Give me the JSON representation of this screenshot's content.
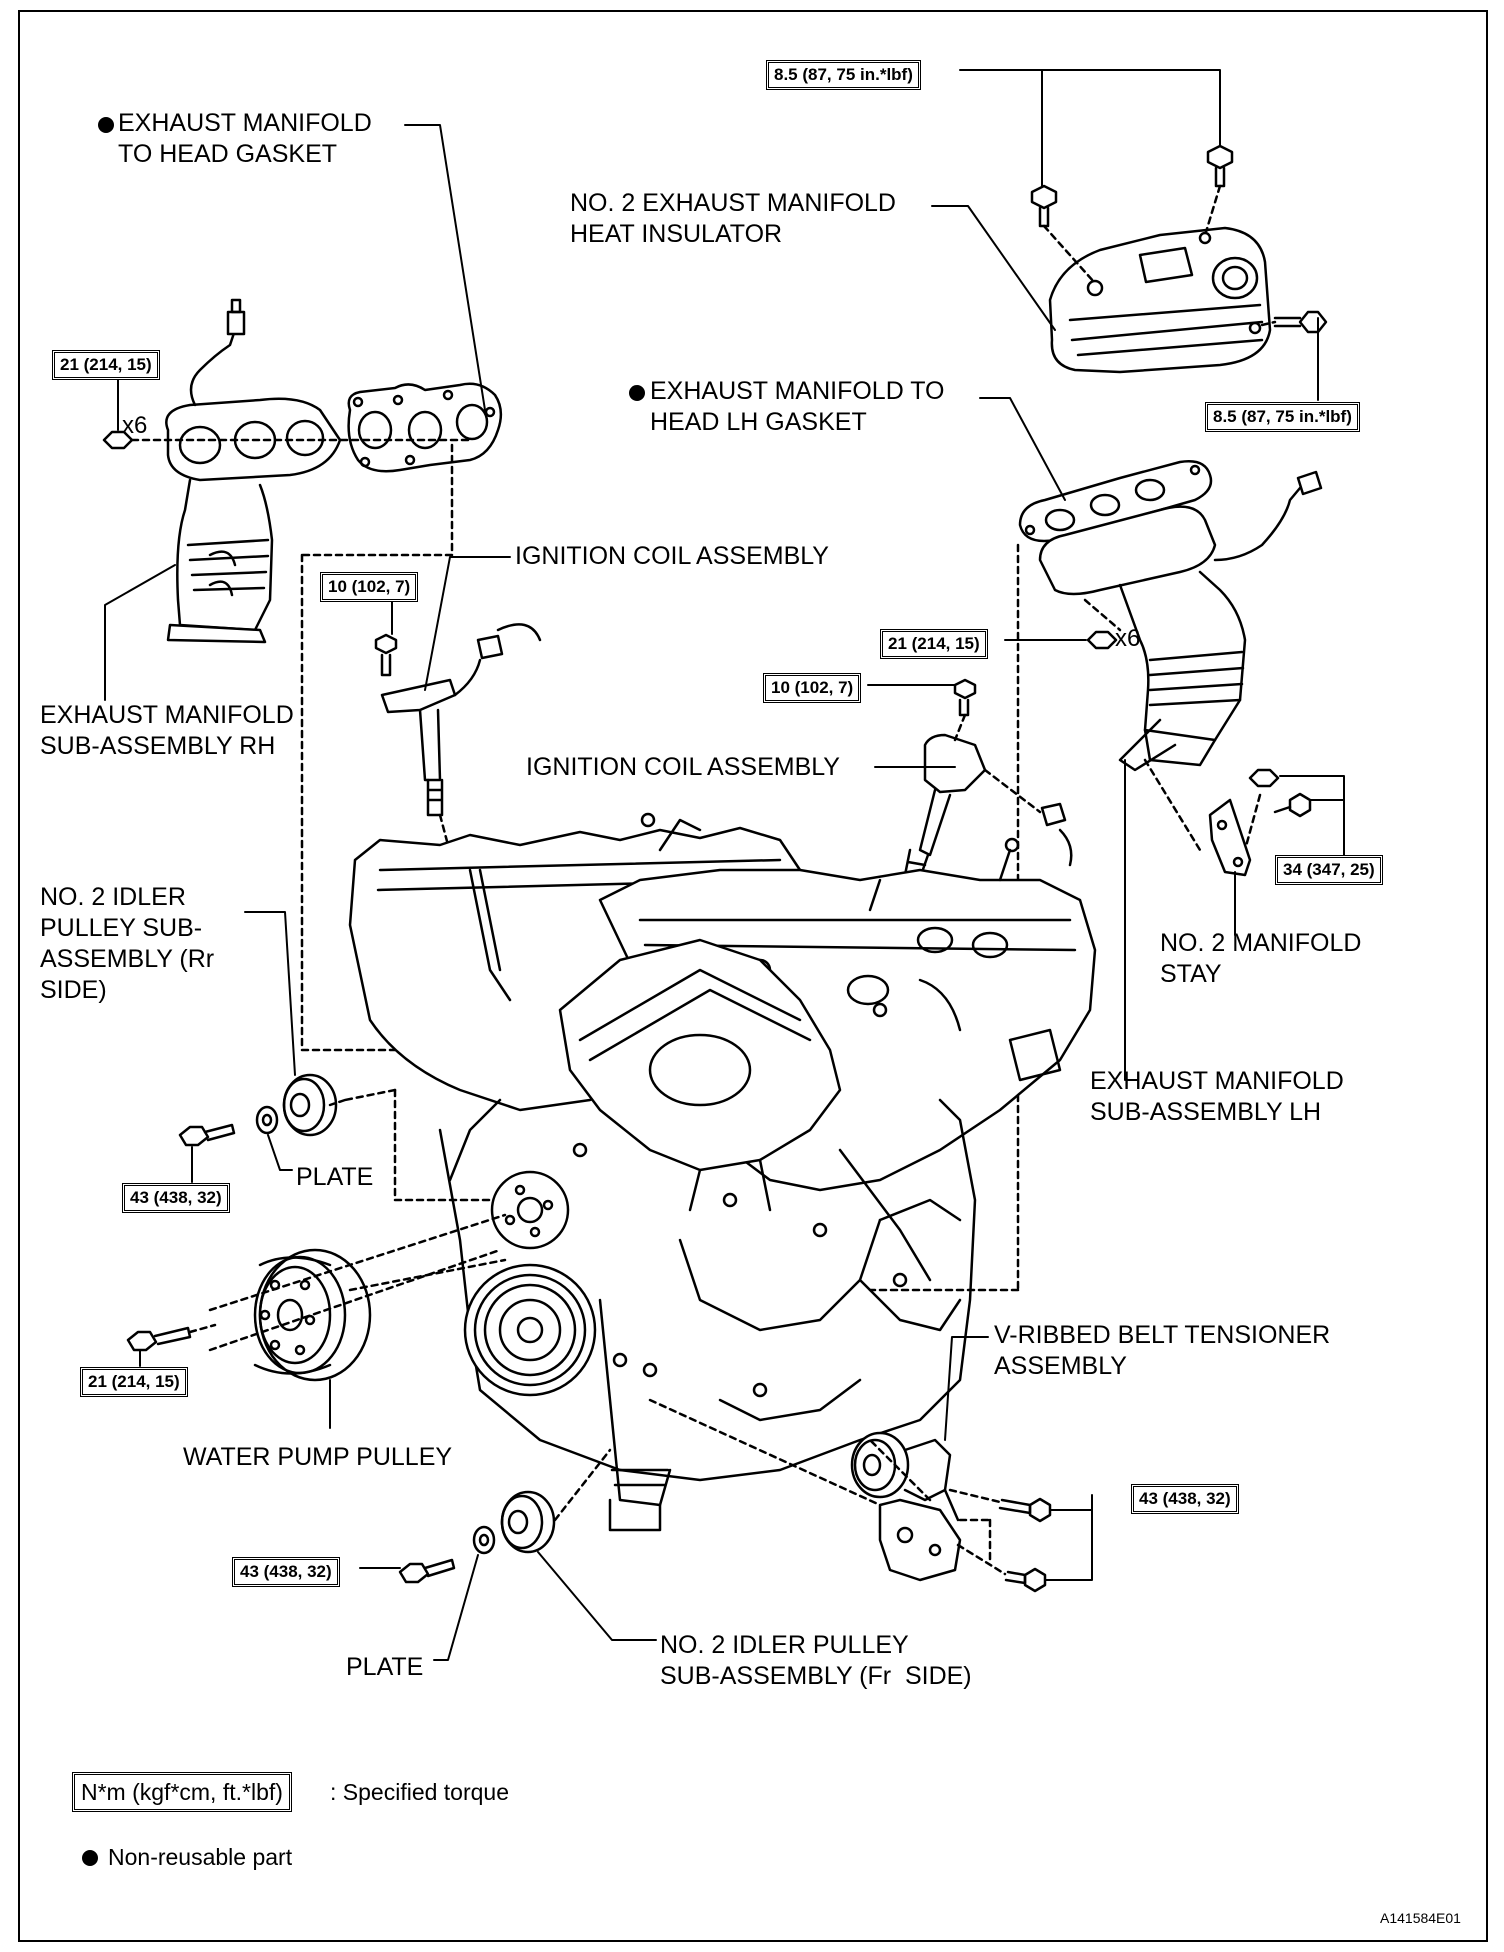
{
  "labels": {
    "exhaust_gasket_rh": "EXHAUST MANIFOLD\nTO HEAD GASKET",
    "no2_heat_insulator": "NO. 2 EXHAUST MANIFOLD\nHEAT INSULATOR",
    "exhaust_gasket_lh": "EXHAUST MANIFOLD TO\nHEAD LH GASKET",
    "ignition_coil_rh": "IGNITION COIL ASSEMBLY",
    "ignition_coil_lh": "IGNITION COIL ASSEMBLY",
    "exhaust_manifold_rh": "EXHAUST MANIFOLD\nSUB-ASSEMBLY RH",
    "idler_pulley_rr": "NO. 2 IDLER\nPULLEY SUB-\nASSEMBLY (Rr\nSIDE)",
    "plate_upper": "PLATE",
    "no2_manifold_stay": "NO. 2 MANIFOLD\nSTAY",
    "exhaust_manifold_lh": "EXHAUST MANIFOLD\nSUB-ASSEMBLY LH",
    "belt_tensioner": "V-RIBBED BELT TENSIONER\nASSEMBLY",
    "water_pump_pulley": "WATER PUMP PULLEY",
    "plate_lower": "PLATE",
    "idler_pulley_fr": "NO. 2 IDLER PULLEY\nSUB-ASSEMBLY (Fr  SIDE)"
  },
  "torques": {
    "heat_insulator_top": "8.5 (87, 75 in.*lbf)",
    "heat_insulator_side": "8.5 (87, 75 in.*lbf)",
    "manifold_rh_nut": "21 (214, 15)",
    "coil_rh_bolt": "10 (102, 7)",
    "manifold_lh_nut": "21 (214, 15)",
    "coil_lh_bolt": "10 (102, 7)",
    "stay_bolts": "34 (347, 25)",
    "idler_rr_bolt": "43 (438, 32)",
    "water_pump_bolt": "21 (214, 15)",
    "tensioner_bolts": "43 (438, 32)",
    "idler_fr_bolt": "43 (438, 32)"
  },
  "quantities": {
    "rh_nuts": "x6",
    "lh_nuts": "x6"
  },
  "legend": {
    "torque_box": "N*m (kgf*cm, ft.*lbf)",
    "torque_text": ": Specified torque",
    "nonreusable_text": "Non-reusable part"
  },
  "figure_code": "A141584E01"
}
